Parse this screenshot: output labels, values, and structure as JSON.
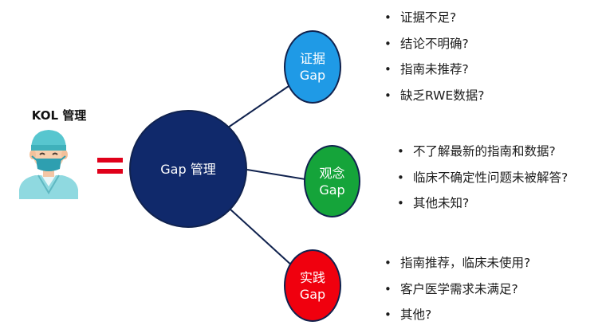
{
  "kol": {
    "title": "KOL 管理"
  },
  "center": {
    "label": "Gap 管理"
  },
  "gaps": [
    {
      "line1": "证据",
      "line2": "Gap",
      "color": "#1f9ae6",
      "items": [
        "证据不足?",
        "结论不明确?",
        "指南未推荐?",
        "缺乏RWE数据?"
      ]
    },
    {
      "line1": "观念",
      "line2": "Gap",
      "color": "#15a43a",
      "items": [
        "不了解最新的指南和数据?",
        "临床不确定性问题未被解答?",
        "其他未知?"
      ]
    },
    {
      "line1": "实践",
      "line2": "Gap",
      "color": "#f0000e",
      "items": [
        "指南推荐，临床未使用?",
        "客户医学需求未满足?",
        "其他?"
      ]
    }
  ],
  "colors": {
    "center": "#10296b",
    "equals": "#e0001a",
    "connector": "#10224e"
  }
}
